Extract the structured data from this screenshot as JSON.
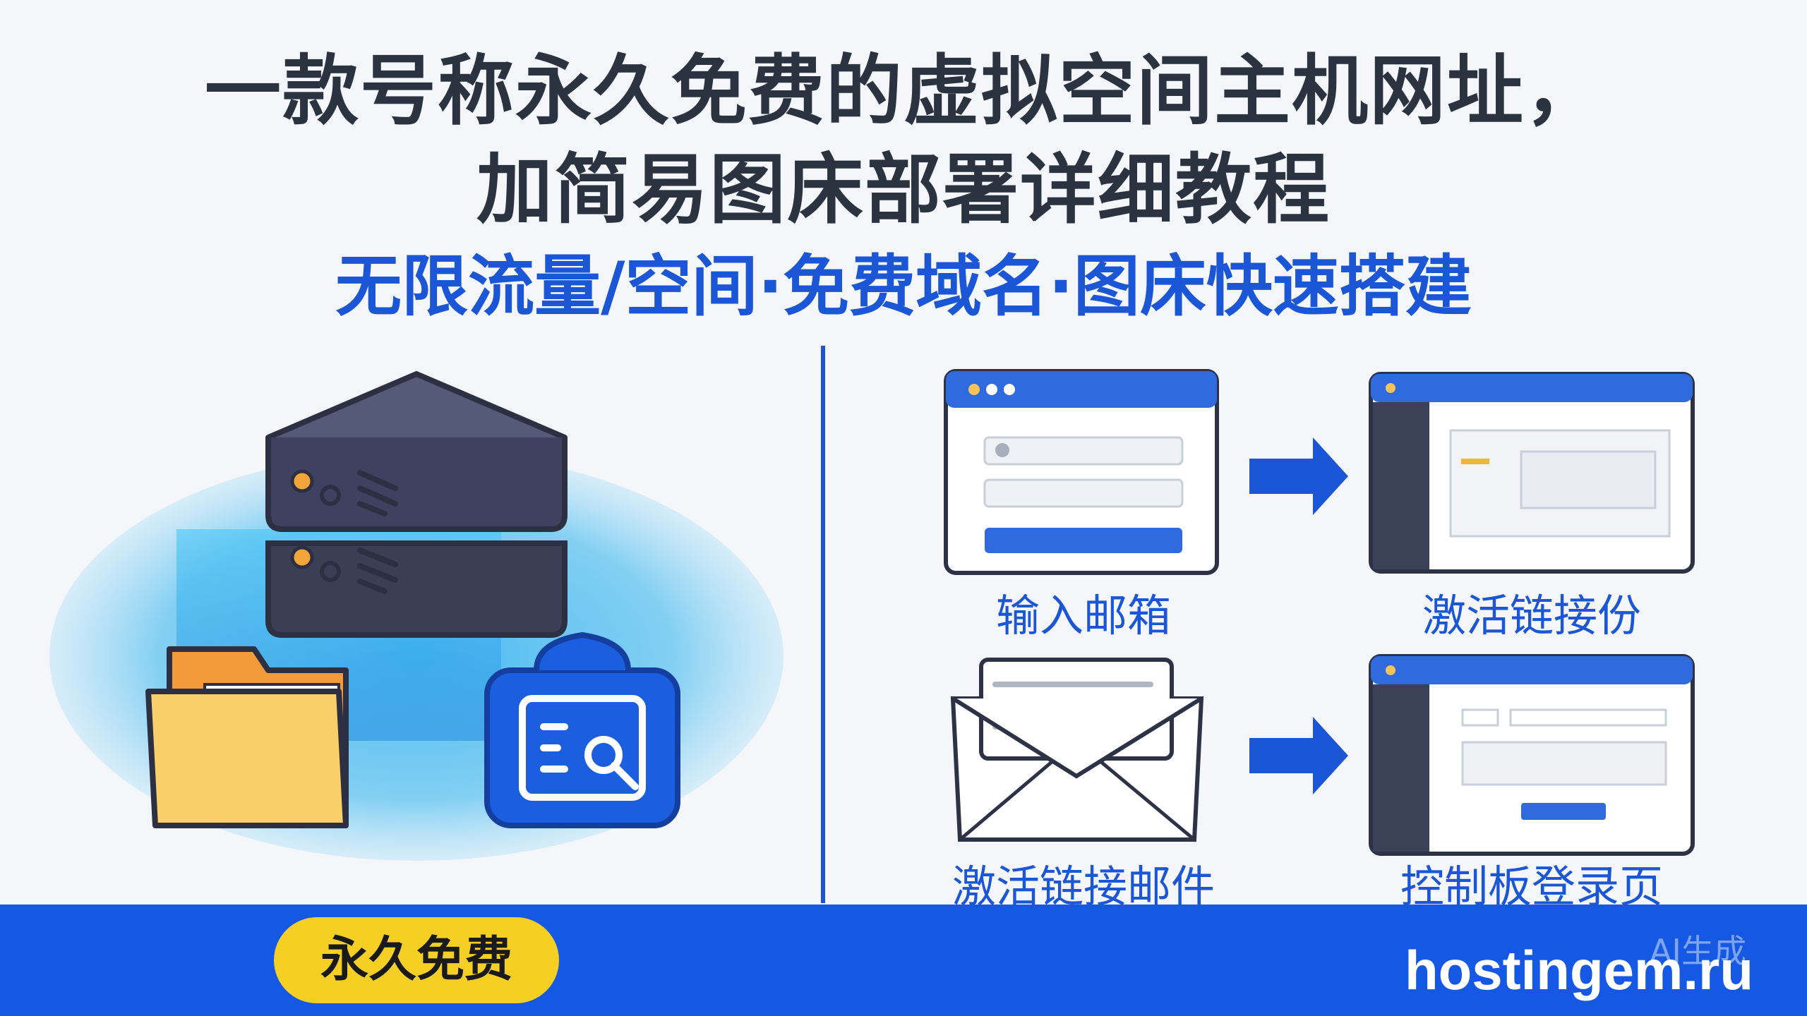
{
  "headline": {
    "line1": "一款号称永久免费的虚拟空间主机网址，",
    "line2": "加简易图床部署详细教程"
  },
  "subheadline": "无限流量/空间·免费域名·图床快速搭建",
  "steps": [
    {
      "label": "输入邮箱"
    },
    {
      "label": "激活链接份"
    },
    {
      "label": "激活链接邮件"
    },
    {
      "label": "控制板登录页"
    }
  ],
  "footer": {
    "badge": "永久免费",
    "site": "hostingem.ru",
    "watermark": "AI生成"
  },
  "colors": {
    "accent": "#1a56d6",
    "footer_bar": "#1558e3",
    "badge": "#f6cf24",
    "title": "#2b3340"
  },
  "icons": [
    "server-icon",
    "folder-icon",
    "image-upload-icon",
    "login-form-icon",
    "dashboard-icon",
    "arrow-right-icon",
    "envelope-icon",
    "control-panel-icon"
  ]
}
